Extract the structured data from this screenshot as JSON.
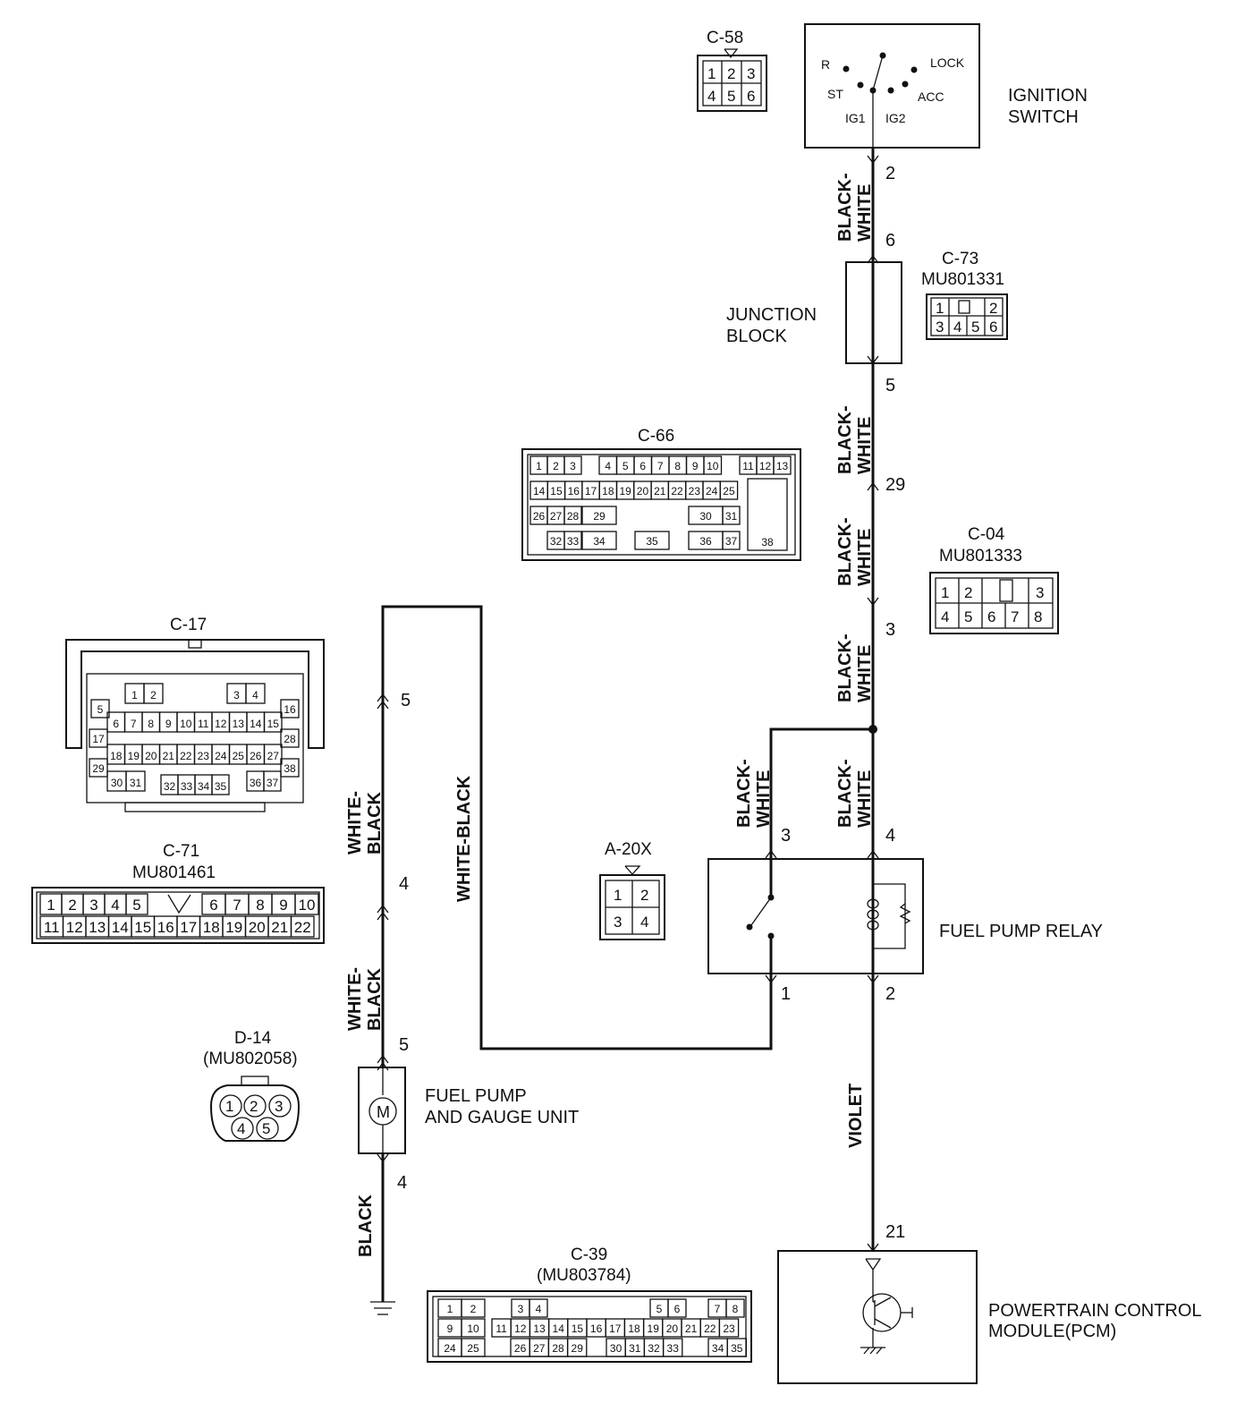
{
  "components": {
    "ignition_switch": {
      "label": [
        "IGNITION",
        "SWITCH"
      ],
      "positions": [
        "R",
        "LOCK",
        "ST",
        "ACC",
        "IG1",
        "IG2"
      ]
    },
    "junction_block": {
      "label": [
        "JUNCTION",
        "BLOCK"
      ]
    },
    "fuel_pump_relay": {
      "label": "FUEL PUMP RELAY"
    },
    "fuel_pump_gauge_unit": {
      "label": [
        "FUEL PUMP",
        "AND GAUGE UNIT"
      ],
      "motor_symbol": "M"
    },
    "pcm": {
      "label": [
        "POWERTRAIN CONTROL",
        "MODULE(PCM)"
      ]
    }
  },
  "wires": {
    "ign_to_jb": "BLACK-WHITE",
    "jb_to_c04": "BLACK-WHITE",
    "c04_a": "BLACK-WHITE",
    "c04_to_splice": "BLACK-WHITE",
    "relay_pin3": "BLACK-WHITE",
    "relay_pin4": "BLACK-WHITE",
    "relay_to_pcm": "VIOLET",
    "pump_feed": "WHITE-BLACK",
    "pump_lower": "WHITE-BLACK",
    "relay_out": "WHITE-BLACK",
    "ground": "BLACK"
  },
  "wire_parts": {
    "black_white": [
      "BLACK-",
      "WHITE"
    ],
    "white_black": [
      "WHITE-",
      "BLACK"
    ]
  },
  "pins": {
    "ign_2": "2",
    "jb_6": "6",
    "jb_5": "5",
    "c04_29": "29",
    "c04_3": "3",
    "relay_3": "3",
    "relay_4": "4",
    "relay_1": "1",
    "relay_2": "2",
    "pcm_21": "21",
    "pump_5a": "5",
    "pump_4a": "4",
    "pump_5b": "5",
    "pump_4b": "4"
  },
  "connectors": {
    "c58": {
      "id": "C-58",
      "rows": [
        [
          "1",
          "2",
          "3"
        ],
        [
          "4",
          "5",
          "6"
        ]
      ]
    },
    "c73": {
      "id": "C-73",
      "part": "MU801331",
      "rows": [
        [
          "1",
          "",
          "2"
        ],
        [
          "3",
          "4",
          "5",
          "6"
        ]
      ]
    },
    "c66": {
      "id": "C-66",
      "row1": [
        "1",
        "2",
        "3",
        "4",
        "5",
        "6",
        "7",
        "8",
        "9",
        "10",
        "11",
        "12",
        "13"
      ],
      "row2": [
        "14",
        "15",
        "16",
        "17",
        "18",
        "19",
        "20",
        "21",
        "22",
        "23",
        "24",
        "25"
      ],
      "row3": [
        "26",
        "27",
        "28",
        "29",
        "30",
        "31"
      ],
      "row4": [
        "32",
        "33",
        "34",
        "35",
        "36",
        "37"
      ],
      "big": "38"
    },
    "c04": {
      "id": "C-04",
      "part": "MU801333",
      "rows": [
        [
          "1",
          "2",
          "",
          "3"
        ],
        [
          "4",
          "5",
          "6",
          "7",
          "8"
        ]
      ]
    },
    "c17": {
      "id": "C-17",
      "row1": [
        "1",
        "2",
        "3",
        "4"
      ],
      "row2": [
        "6",
        "7",
        "8",
        "9",
        "10",
        "11",
        "12",
        "13",
        "14",
        "15"
      ],
      "row3": [
        "18",
        "19",
        "20",
        "21",
        "22",
        "23",
        "24",
        "25",
        "26",
        "27"
      ],
      "row4": [
        "30",
        "31",
        "32",
        "33",
        "34",
        "35",
        "36",
        "37"
      ],
      "side_left": [
        "5",
        "17",
        "29"
      ],
      "side_right": [
        "16",
        "28",
        "38"
      ]
    },
    "c71": {
      "id": "C-71",
      "part": "MU801461",
      "row1": [
        "1",
        "2",
        "3",
        "4",
        "5",
        "6",
        "7",
        "8",
        "9",
        "10"
      ],
      "row2": [
        "11",
        "12",
        "13",
        "14",
        "15",
        "16",
        "17",
        "18",
        "19",
        "20",
        "21",
        "22"
      ]
    },
    "a20x": {
      "id": "A-20X",
      "rows": [
        [
          "1",
          "2"
        ],
        [
          "3",
          "4"
        ]
      ]
    },
    "d14": {
      "id": "D-14",
      "part": "(MU802058)",
      "pins": [
        "1",
        "2",
        "3",
        "4",
        "5"
      ]
    },
    "c39": {
      "id": "C-39",
      "part": "(MU803784)",
      "row1": [
        "1",
        "2",
        "3",
        "4",
        "5",
        "6",
        "7",
        "8"
      ],
      "row2": [
        "9",
        "10",
        "11",
        "12",
        "13",
        "14",
        "15",
        "16",
        "17",
        "18",
        "19",
        "20",
        "21",
        "22",
        "23"
      ],
      "row3": [
        "24",
        "25",
        "26",
        "27",
        "28",
        "29",
        "30",
        "31",
        "32",
        "33",
        "34",
        "35"
      ]
    }
  }
}
